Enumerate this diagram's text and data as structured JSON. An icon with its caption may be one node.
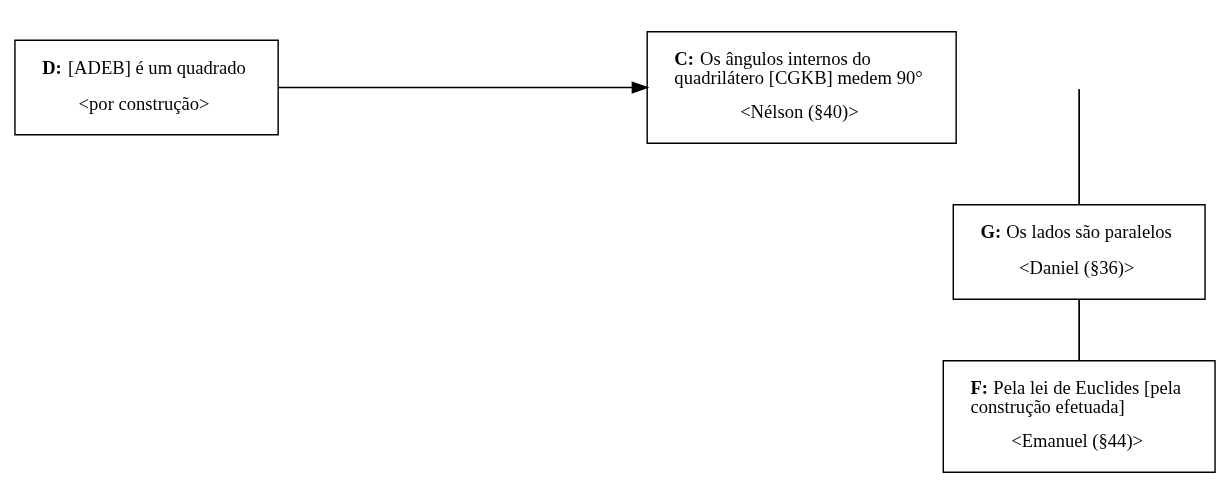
{
  "diagram": {
    "nodes": [
      {
        "text": [
          "**D:** [ADEB] é um quadrado",
          "<por construção>"
        ]
      },
      {
        "text": [
          "**C:** Os ângulos internos do quadrilátero [CGKB] medem 90°",
          "<Nélson (§40)>"
        ]
      },
      {
        "text": [
          "**G:** Os lados são paralelos",
          "<Daniel (§36)>"
        ]
      },
      {
        "text": [
          "**F:** Pela lei de Euclides [pela construção efetuada]",
          "<Emanuel (§44)>"
        ]
      }
    ],
    "edges": [
      {
        "from": 0,
        "to": 1,
        "arrow": "to"
      },
      {
        "from": 2,
        "to": null,
        "arrow": "none"
      },
      {
        "from": 3,
        "to": 2,
        "arrow": "none"
      }
    ]
  }
}
